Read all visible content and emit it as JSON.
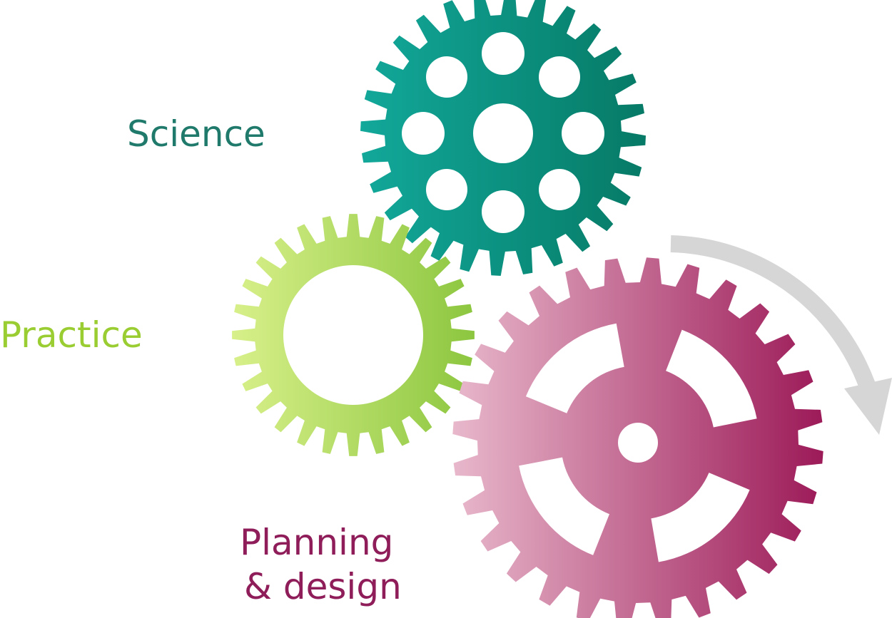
{
  "labels": {
    "science": "Science",
    "practice": "Practice",
    "planning_line1": "Planning",
    "planning_line2": "& design"
  },
  "gears": {
    "science": {
      "teeth": 28,
      "color_start": "#12a89a",
      "color_end": "#067a66"
    },
    "practice": {
      "teeth": 28,
      "color_start": "#d8f08a",
      "color_end": "#8cc63f"
    },
    "planning": {
      "teeth": 28,
      "color_start": "#e8b8cb",
      "color_end": "#9c1a58"
    }
  },
  "arrow": {
    "color": "#d6d6d6"
  }
}
